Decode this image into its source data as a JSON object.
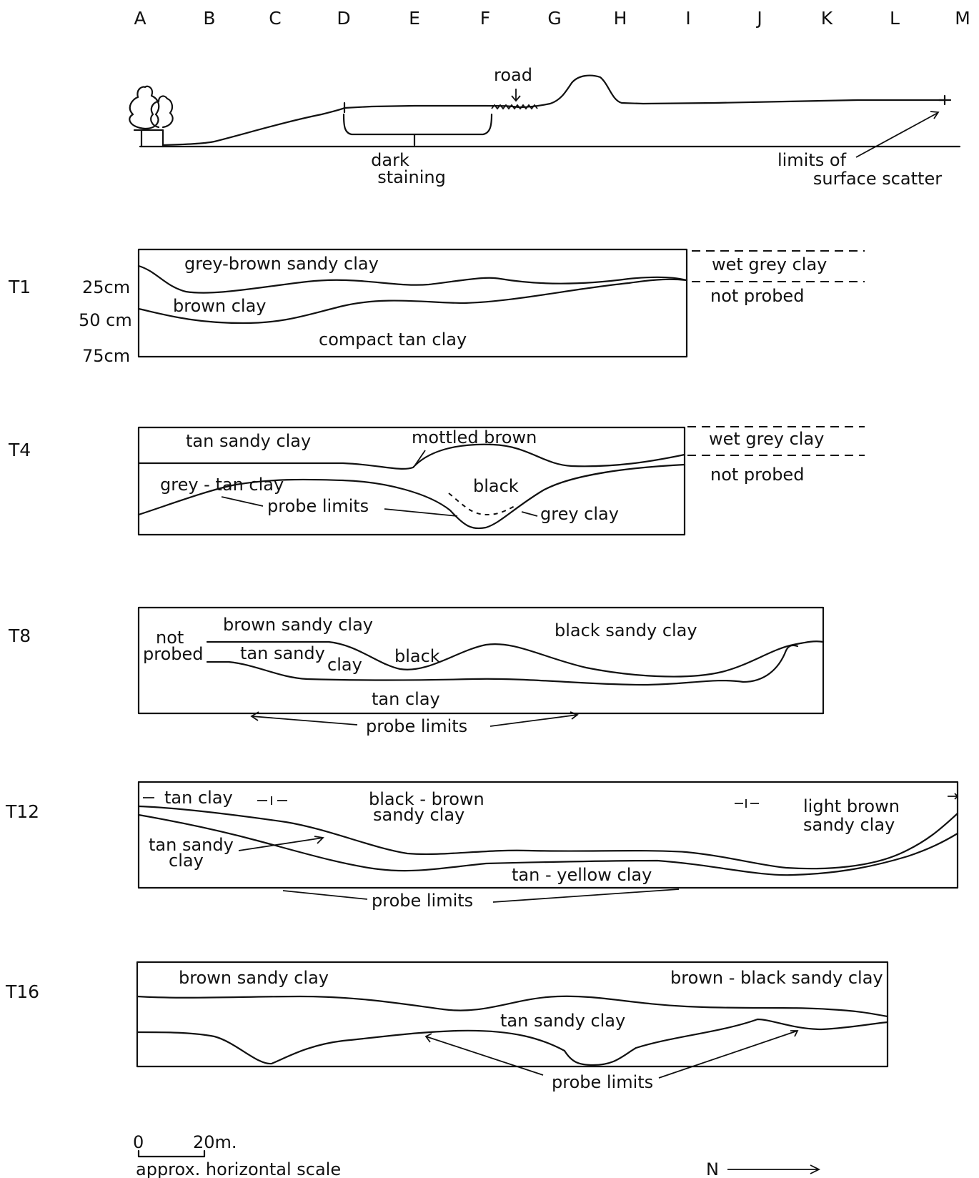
{
  "column_letters": [
    "A",
    "B",
    "C",
    "D",
    "E",
    "F",
    "G",
    "H",
    "I",
    "J",
    "K",
    "L",
    "M"
  ],
  "profile": {
    "road": "road",
    "dark_staining": [
      "dark",
      "staining"
    ],
    "limits_scatter": [
      "limits of",
      "surface scatter"
    ]
  },
  "sections": {
    "t1": {
      "name": "T1",
      "depths": [
        "25cm",
        "50 cm",
        "75cm"
      ],
      "labels": [
        "grey-brown sandy clay",
        "brown clay",
        "compact tan clay"
      ],
      "side": [
        "wet grey clay",
        "not probed"
      ]
    },
    "t4": {
      "name": "T4",
      "labels": [
        "tan sandy clay",
        "mottled brown",
        "grey - tan clay",
        "probe limits",
        "black",
        "grey clay"
      ],
      "side": [
        "wet grey clay",
        "not probed"
      ]
    },
    "t8": {
      "name": "T8",
      "labels": [
        "not",
        "probed",
        "brown sandy clay",
        "tan sandy",
        "clay",
        "black",
        "black sandy clay",
        "tan clay",
        "probe limits"
      ]
    },
    "t12": {
      "name": "T12",
      "labels": [
        "tan clay",
        "black - brown",
        "sandy clay",
        "light brown",
        "sandy clay",
        "tan sandy",
        "clay",
        "tan - yellow clay",
        "probe limits"
      ]
    },
    "t16": {
      "name": "T16",
      "labels": [
        "brown sandy clay",
        "brown - black sandy clay",
        "tan sandy clay",
        "probe limits"
      ]
    }
  },
  "scale": {
    "zero": "0",
    "twenty": "20m.",
    "caption": "approx. horizontal scale",
    "north": "N"
  }
}
